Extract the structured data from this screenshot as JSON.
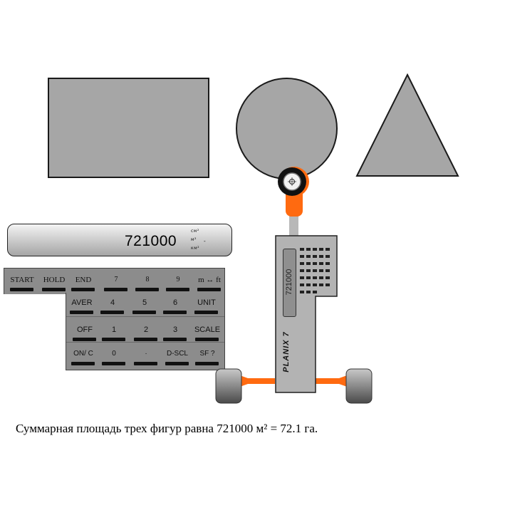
{
  "display": {
    "value": "721000",
    "units": [
      "см²",
      "м²",
      "км²"
    ],
    "selected_marker": "-"
  },
  "keypad": {
    "top_row": [
      "START",
      "HOLD",
      "END",
      "7",
      "8",
      "9",
      "m ↔ ft"
    ],
    "row2": [
      "AVER",
      "4",
      "5",
      "6",
      "UNIT"
    ],
    "row3": [
      "OFF",
      "1",
      "2",
      "3",
      "SCALE"
    ],
    "row4": [
      "ON/ C",
      "0",
      "·",
      "D-SCL",
      "SF ?"
    ]
  },
  "planimeter": {
    "window_value": "721000",
    "brand": "PLANIX 7"
  },
  "caption": "Суммарная площадь трех фигур равна 721000 м² = 72.1 га.",
  "colors": {
    "shape_fill": "#a6a6a6",
    "accent": "#ff6a10",
    "keypad": "#8c8c8c"
  }
}
